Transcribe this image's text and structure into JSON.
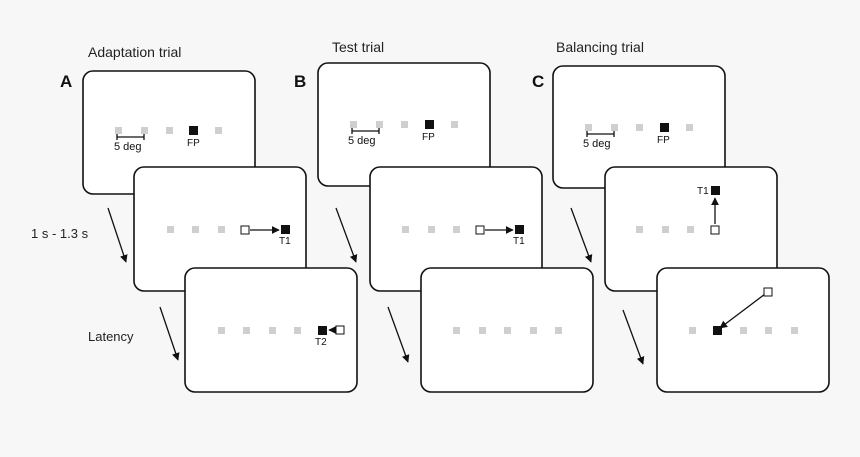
{
  "panels": [
    {
      "letter": "A",
      "title": "Adaptation trial",
      "scale_label": "5 deg",
      "fp_label": "FP",
      "target1_label": "T1",
      "target2_label": "T2"
    },
    {
      "letter": "B",
      "title": "Test trial",
      "scale_label": "5 deg",
      "fp_label": "FP",
      "target1_label": "T1"
    },
    {
      "letter": "C",
      "title": "Balancing trial",
      "scale_label": "5 deg",
      "fp_label": "FP",
      "target1_label": "T1"
    }
  ],
  "side_labels": {
    "interval": "1 s - 1.3 s",
    "latency": "Latency"
  }
}
